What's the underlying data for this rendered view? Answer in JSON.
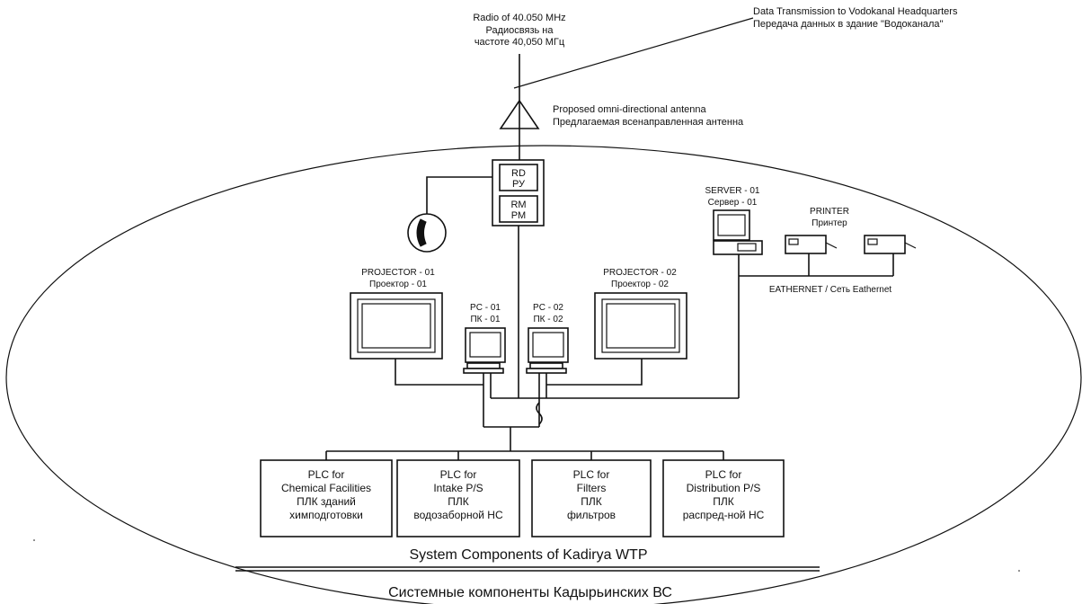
{
  "radio": {
    "line1": "Radio of 40.050 MHz",
    "line2": "Радиосвязь на",
    "line3": "частоте 40,050 МГц"
  },
  "data_transmission": {
    "line1": "Data Transmission to Vodokanal Headquarters",
    "line2": "Передача данных в здание \"Водоканала\""
  },
  "antenna": {
    "line1": "Proposed omni-directional antenna",
    "line2": "Предлагаемая всенаправленная антенна"
  },
  "radio_units": {
    "rd_en": "RD",
    "rd_ru": "РУ",
    "rm_en": "RM",
    "rm_ru": "РМ"
  },
  "server": {
    "en": "SERVER - 01",
    "ru": "Сервер - 01"
  },
  "printer": {
    "en": "PRINTER",
    "ru": "Принтер"
  },
  "ethernet": {
    "label": "EATHERNET / Сеть Eathernet"
  },
  "projector1": {
    "en": "PROJECTOR - 01",
    "ru": "Проектор - 01"
  },
  "projector2": {
    "en": "PROJECTOR - 02",
    "ru": "Проектор - 02"
  },
  "pc1": {
    "en": "PC - 01",
    "ru": "ПК - 01"
  },
  "pc2": {
    "en": "PC - 02",
    "ru": "ПК - 02"
  },
  "plcs": [
    {
      "l1": "PLC for",
      "l2": "Chemical Facilities",
      "l3": "ПЛК зданий",
      "l4": "химподготовки"
    },
    {
      "l1": "PLC for",
      "l2": "Intake P/S",
      "l3": "ПЛК",
      "l4": "водозаборной НС"
    },
    {
      "l1": "PLC for",
      "l2": "Filters",
      "l3": "ПЛК",
      "l4": "фильтров"
    },
    {
      "l1": "PLC for",
      "l2": "Distribution P/S",
      "l3": "ПЛК",
      "l4": "распред-ной НС"
    }
  ],
  "caption": {
    "en": "System Components of Kadirya WTP",
    "ru": "Системные компоненты Кадырьинских ВС"
  }
}
